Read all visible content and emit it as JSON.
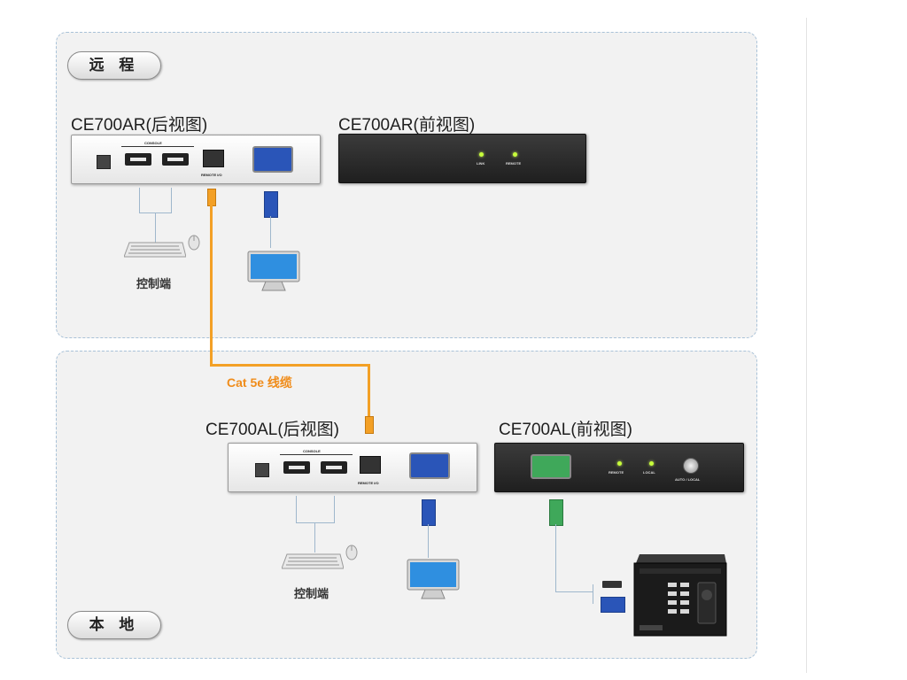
{
  "remote_section": {
    "pill_label": "远 程"
  },
  "local_section": {
    "pill_label": "本 地"
  },
  "remote": {
    "rear_title": "CE700AR(后视图)",
    "front_title": "CE700AR(前视图)",
    "rear_labels": {
      "console": "CONSOLE",
      "remote_io": "REMOTE I/O"
    },
    "front_leds": [
      "LINK",
      "REMOTE"
    ],
    "console_label": "控制端"
  },
  "cable": {
    "label": "Cat 5e 线缆",
    "color": "#f3a026"
  },
  "local": {
    "rear_title": "CE700AL(后视图)",
    "front_title": "CE700AL(前视图)",
    "rear_labels": {
      "console": "CONSOLE",
      "remote_io": "REMOTE I/O"
    },
    "front_leds": [
      "REMOTE",
      "LOCAL"
    ],
    "front_button": "AUTO / LOCAL",
    "console_label": "控制端"
  }
}
